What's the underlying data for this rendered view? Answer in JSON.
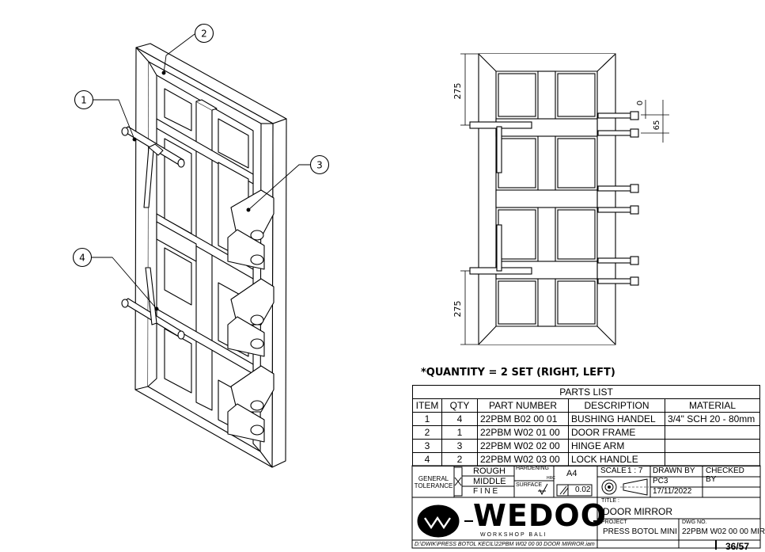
{
  "balloons": [
    "1",
    "2",
    "3",
    "4"
  ],
  "dimensions": {
    "top": "275",
    "bottom": "275",
    "zero": "0",
    "spacing": "65"
  },
  "quantity_note": "*QUANTITY = 2 SET (RIGHT, LEFT)",
  "parts_list": {
    "title": "PARTS LIST",
    "headers": [
      "ITEM",
      "QTY",
      "PART NUMBER",
      "DESCRIPTION",
      "MATERIAL"
    ],
    "rows": [
      [
        "1",
        "4",
        "22PBM B02 00 01",
        "BUSHING HANDEL",
        "3/4\" SCH 20 - 80mm"
      ],
      [
        "2",
        "1",
        "22PBM W02 01 00",
        "DOOR FRAME",
        ""
      ],
      [
        "3",
        "3",
        "22PBM W02 02 00",
        "HINGE ARM",
        ""
      ],
      [
        "4",
        "2",
        "22PBM W02 03 00",
        "LOCK HANDLE",
        ""
      ]
    ]
  },
  "title_block": {
    "general_tolerance": "GENERAL TOLERANCE",
    "rough": "ROUGH",
    "middle": "MIDDLE",
    "fine": "F I N E",
    "hardening": "HARDENING",
    "hrc": "HRC",
    "surface": "SURFACE",
    "paper": "A4",
    "flatness": "0.02",
    "scale_label": "SCALE",
    "scale": "1 : 7",
    "drawn_by_label": "DRAWN BY",
    "drawn_by": "PC3",
    "date": "17/11/2022",
    "checked_by_label": "CHECKED BY",
    "title_label": "TITLE :",
    "title": "DOOR MIRROR",
    "project_label": "PROJECT",
    "project": "PRESS BOTOL MINI",
    "dwg_no_label": "DWG NO.",
    "dwg_no": "22PBM W02 00 00 MIR",
    "sheet": "36/57",
    "logo_text": "WEDOO",
    "logo_sub": "WORKSHOP BALI"
  },
  "file_path": "D:\\DWIK\\PRESS BOTOL KECIL\\22PBM W02 00 00 DOOR MIRROR.iam"
}
